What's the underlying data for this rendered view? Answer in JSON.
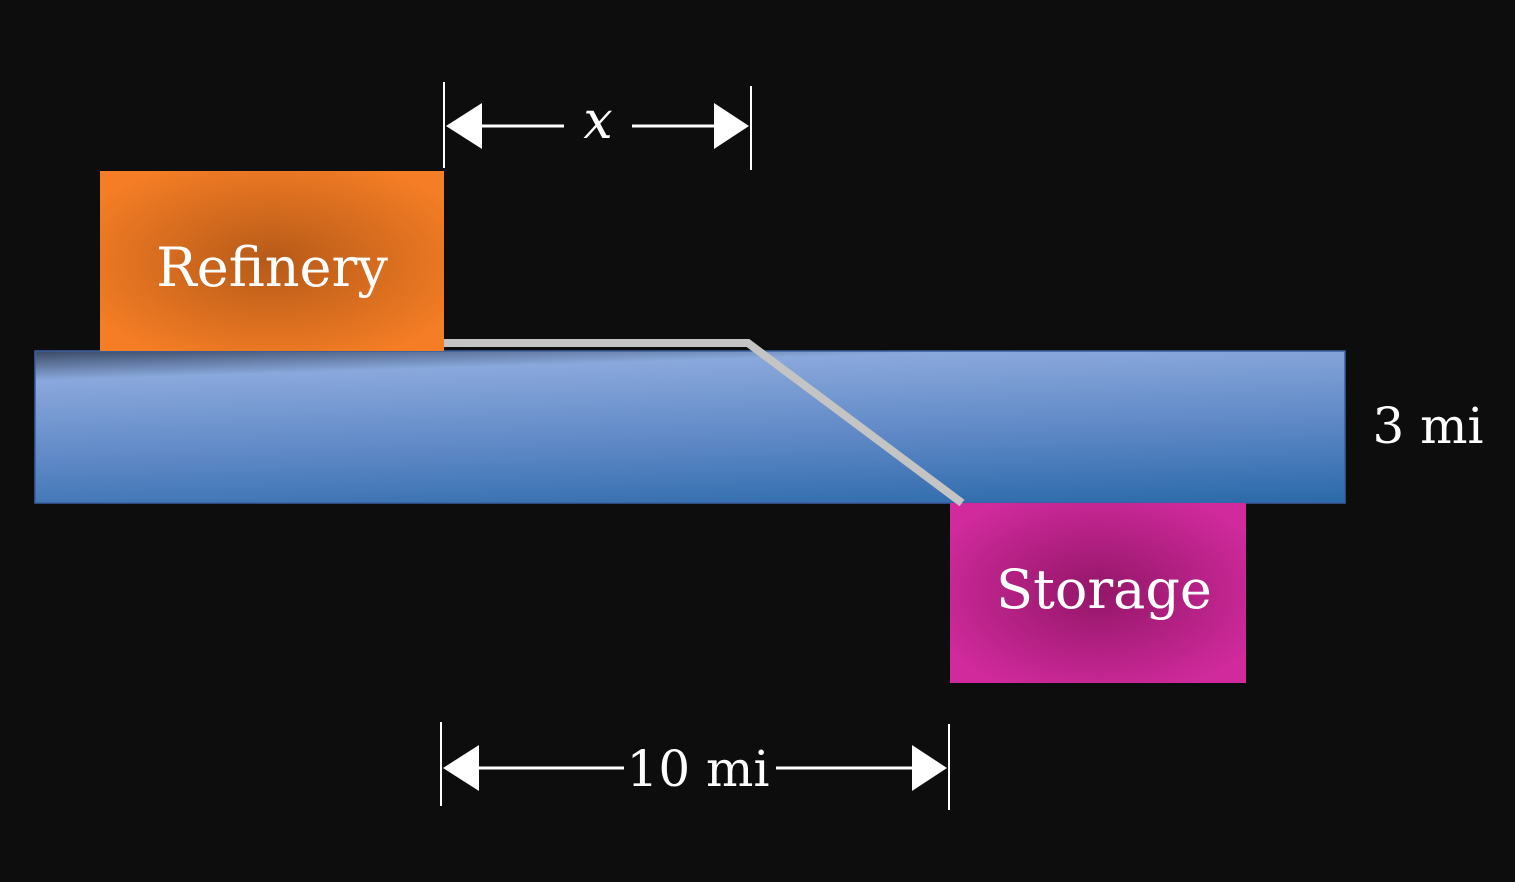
{
  "labels": {
    "refinery": "Refinery",
    "storage": "Storage",
    "river_width": "3 mi",
    "horizontal_distance": "10 mi",
    "variable": "x"
  },
  "colors": {
    "background": "#0d0d0d",
    "refinery": "#f07a24",
    "storage": "#d02a9c",
    "river_light": "#8aa8dc",
    "river_dark": "#1e62a3",
    "pipeline": "#c4c4c4",
    "text": "#ffffff"
  }
}
